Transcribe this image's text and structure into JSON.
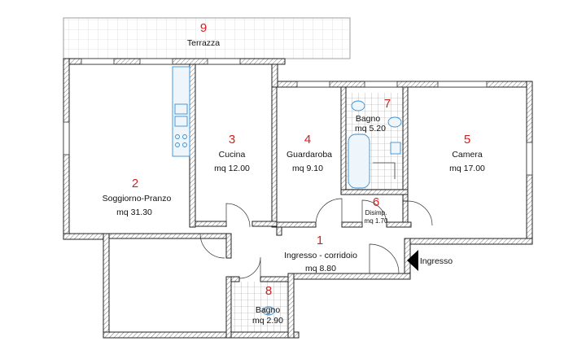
{
  "rooms": [
    {
      "id": "terrazza",
      "number": "9",
      "name": "Terrazza",
      "area": ""
    },
    {
      "id": "soggiorno",
      "number": "2",
      "name": "Soggiorno-Pranzo",
      "area": "mq 31.30"
    },
    {
      "id": "cucina",
      "number": "3",
      "name": "Cucina",
      "area": "mq 12.00"
    },
    {
      "id": "guardaroba",
      "number": "4",
      "name": "Guardaroba",
      "area": "mq 9.10"
    },
    {
      "id": "bagno",
      "number": "7",
      "name": "Bagno",
      "area": "mq 5.20"
    },
    {
      "id": "camera",
      "number": "5",
      "name": "Camera",
      "area": "mq 17.00"
    },
    {
      "id": "disimpegno",
      "number": "6",
      "name": "Disimp.",
      "area": "mq 1.70"
    },
    {
      "id": "ingresso",
      "number": "1",
      "name": "Ingresso - corridoio",
      "area": "mq 8.80"
    },
    {
      "id": "bagno2",
      "number": "8",
      "name": "Bagno",
      "area": "mq 2.90"
    }
  ],
  "entrance": {
    "label": "Ingresso"
  },
  "colors": {
    "number": "#d21f1f",
    "wall": "#222222",
    "fixture": "#3a8ed0",
    "tile": "#bdbdbd"
  }
}
